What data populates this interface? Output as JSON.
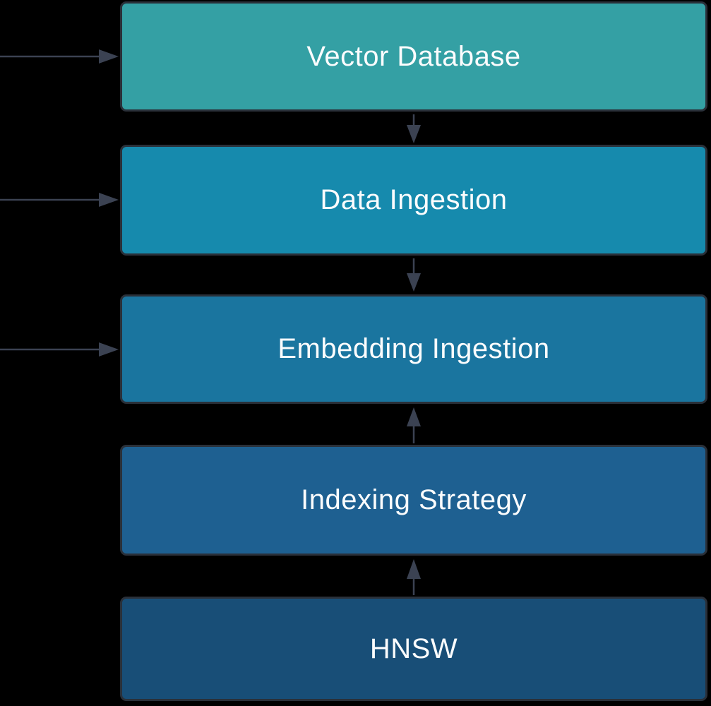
{
  "diagram": {
    "background": "#000000",
    "border_color": "#2a3039",
    "arrow_color": "#3b4252",
    "text_color": "#fbfcfd",
    "nodes": [
      {
        "id": "vector-database",
        "label": "Vector Database",
        "color": "#34a0a4"
      },
      {
        "id": "data-ingestion",
        "label": "Data Ingestion",
        "color": "#168aad"
      },
      {
        "id": "embedding-ingestion",
        "label": "Embedding Ingestion",
        "color": "#1a759f"
      },
      {
        "id": "indexing-strategy",
        "label": "Indexing Strategy",
        "color": "#1e6091"
      },
      {
        "id": "hnsw",
        "label": "HNSW",
        "color": "#184e77"
      }
    ],
    "edges": [
      {
        "from": "offscreen-left",
        "to": "vector-database",
        "direction": "right"
      },
      {
        "from": "offscreen-left",
        "to": "data-ingestion",
        "direction": "right"
      },
      {
        "from": "offscreen-left",
        "to": "embedding-ingestion",
        "direction": "right"
      },
      {
        "from": "vector-database",
        "to": "data-ingestion",
        "direction": "down"
      },
      {
        "from": "data-ingestion",
        "to": "embedding-ingestion",
        "direction": "down"
      },
      {
        "from": "indexing-strategy",
        "to": "embedding-ingestion",
        "direction": "up"
      },
      {
        "from": "hnsw",
        "to": "indexing-strategy",
        "direction": "up"
      }
    ]
  }
}
